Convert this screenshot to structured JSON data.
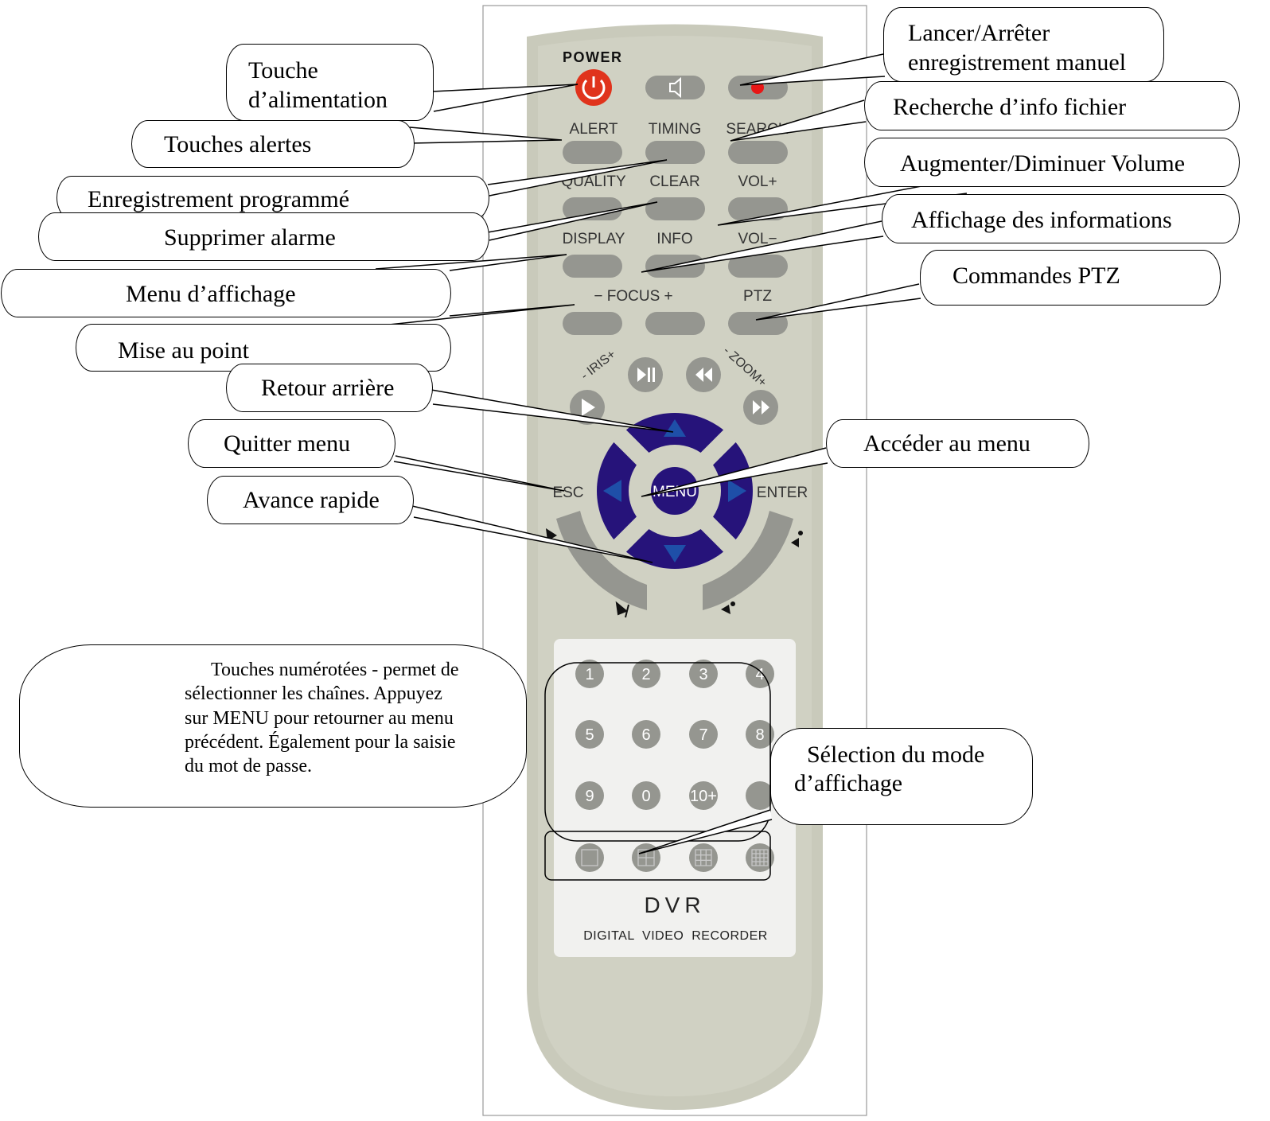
{
  "remote": {
    "power_label": "POWER",
    "row1": [
      "ALERT",
      "TIMING",
      "SEARCH"
    ],
    "row2": [
      "QUALITY",
      "CLEAR",
      "VOL+"
    ],
    "row3": [
      "DISPLAY",
      "INFO",
      "VOL−"
    ],
    "focus_label": "− FOCUS +",
    "ptz_label": "PTZ",
    "iris_label": "- IRIS+",
    "zoom_label": "- ZOOM+",
    "esc_label": "ESC",
    "menu_label": "MENU",
    "enter_label": "ENTER",
    "numbers": [
      "1",
      "2",
      "3",
      "4",
      "5",
      "6",
      "7",
      "8",
      "9",
      "0",
      "10+",
      ""
    ],
    "brand": "DVR",
    "brand_sub": "DIGITAL  VIDEO  RECORDER"
  },
  "callouts": {
    "power": [
      "Touche",
      "d’alimentation"
    ],
    "record": [
      "Lancer/Arrêter",
      "enregistrement manuel"
    ],
    "search": "Recherche d’info fichier",
    "alert": "Touches alertes",
    "volume": "Augmenter/Diminuer Volume",
    "timing": "Enregistrement programmé",
    "info": "Affichage des informations",
    "clear": "Supprimer alarme",
    "ptz": "Commandes PTZ",
    "display": "Menu d’affichage",
    "focus": "Mise au point",
    "rewind": "Retour arrière",
    "esc": "Quitter menu",
    "menu": "Accéder au menu",
    "ffwd": "Avance rapide",
    "numbers": [
      "Touches numérotées - permet de",
      "sélectionner les chaînes. Appuyez",
      "sur MENU pour retourner au menu",
      "précédent. Également pour la saisie",
      "du mot de passe."
    ],
    "split": [
      "Sélection du mode",
      "d’affichage"
    ]
  },
  "colors": {
    "body": "#cfd0c2",
    "rim": "#c4c5b6",
    "button": "#959690",
    "power": "#e0331c",
    "record_dot": "#e81616",
    "dpad": "#26137a",
    "arrow": "#1e4fa8"
  }
}
